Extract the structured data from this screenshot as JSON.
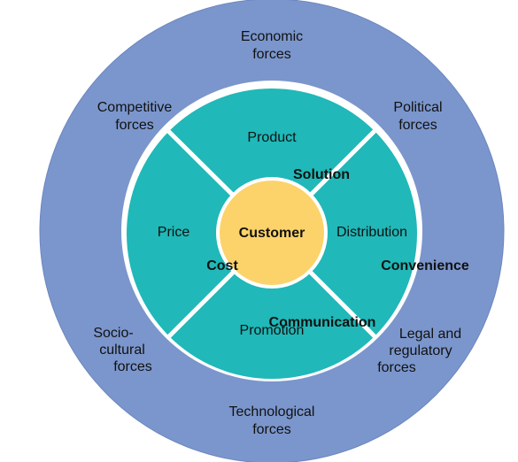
{
  "colors": {
    "outer_ring": "#7b96cc",
    "marketing_mix": "#20b8b8",
    "customer_core": "#fcd36a",
    "divider": "#ffffff"
  },
  "core": {
    "label": "Customer"
  },
  "marketing_mix": {
    "product": "Product",
    "price": "Price",
    "distribution": "Distribution",
    "promotion": "Promotion"
  },
  "customer_view": {
    "solution": "Solution",
    "cost": "Cost",
    "convenience": "Convenience",
    "communication": "Communication"
  },
  "environment_forces": {
    "economic": [
      "Economic",
      "forces"
    ],
    "political": [
      "Political",
      "forces"
    ],
    "competitive": [
      "Competitive",
      "forces"
    ],
    "sociocultural": [
      "Socio-",
      "cultural",
      "forces"
    ],
    "legal": [
      "Legal and",
      "regulatory",
      "forces"
    ],
    "technological": [
      "Technological",
      "forces"
    ]
  }
}
